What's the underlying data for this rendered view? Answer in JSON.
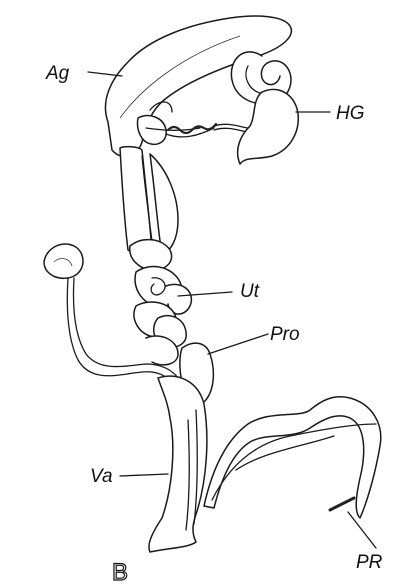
{
  "labels": {
    "ag": "Ag",
    "hg": "HG",
    "ut": "Ut",
    "pro": "Pro",
    "va": "Va",
    "pr": "PR"
  },
  "panel_letter": "B"
}
